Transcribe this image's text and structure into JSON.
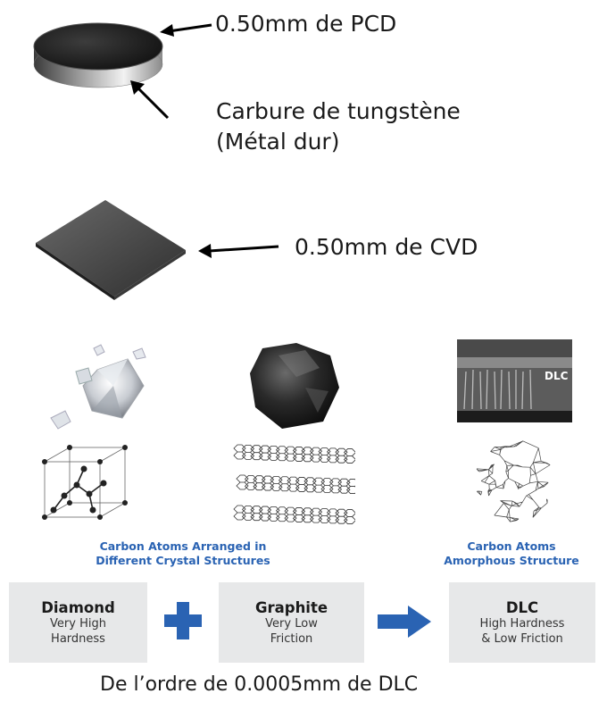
{
  "pcd": {
    "label": "0.50mm de PCD",
    "substrate_line1": "Carbure de tungstène",
    "substrate_line2": "(Métal dur)"
  },
  "cvd": {
    "label": "0.50mm de CVD"
  },
  "photo_dlc_label": "DLC",
  "captions": {
    "crystal_line1": "Carbon Atoms Arranged in",
    "crystal_line2": "Different Crystal Structures",
    "amorphous_line1": "Carbon Atoms",
    "amorphous_line2": "Amorphous Structure"
  },
  "boxes": [
    {
      "name": "Diamond",
      "desc_line1": "Very High",
      "desc_line2": "Hardness"
    },
    {
      "name": "Graphite",
      "desc_line1": "Very Low",
      "desc_line2": "Friction"
    },
    {
      "name": "DLC",
      "desc_line1": "High Hardness",
      "desc_line2": "& Low Friction"
    }
  ],
  "footer": {
    "text": "De l’ordre de 0.0005mm de DLC"
  },
  "colors": {
    "accent_blue": "#2a63b3",
    "box_gray": "#e7e8e9"
  }
}
